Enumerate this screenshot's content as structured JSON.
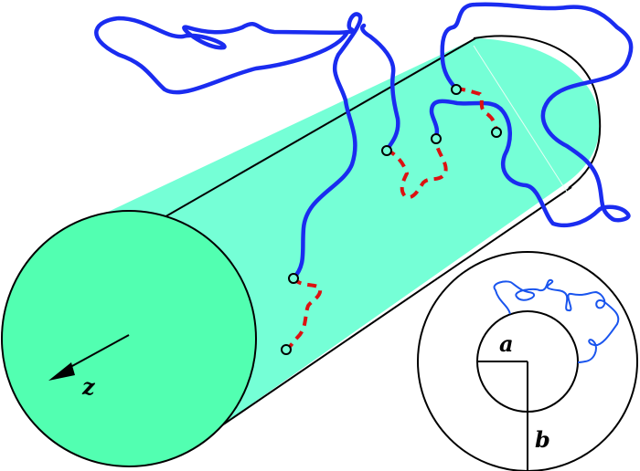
{
  "figure": {
    "description": "Polymer chains grafted on a cylinder surface with cross-section inset",
    "labels": {
      "axis": "z",
      "inner_radius": "a",
      "outer_radius": "b"
    },
    "colors": {
      "cylinder_face": "#52ffb1",
      "cylinder_body": "#75ffd6",
      "chain_free": "#1a2cf0",
      "chain_adsorbed": "#dd1111",
      "outline": "#000000",
      "background": "#ffffff"
    },
    "elements": {
      "cylinder": "cylinder",
      "graft_points": 6,
      "chains_free_segments": "blue solid",
      "chains_adsorbed_segments": "red dashed",
      "inset": "concentric circles cross-section"
    }
  }
}
